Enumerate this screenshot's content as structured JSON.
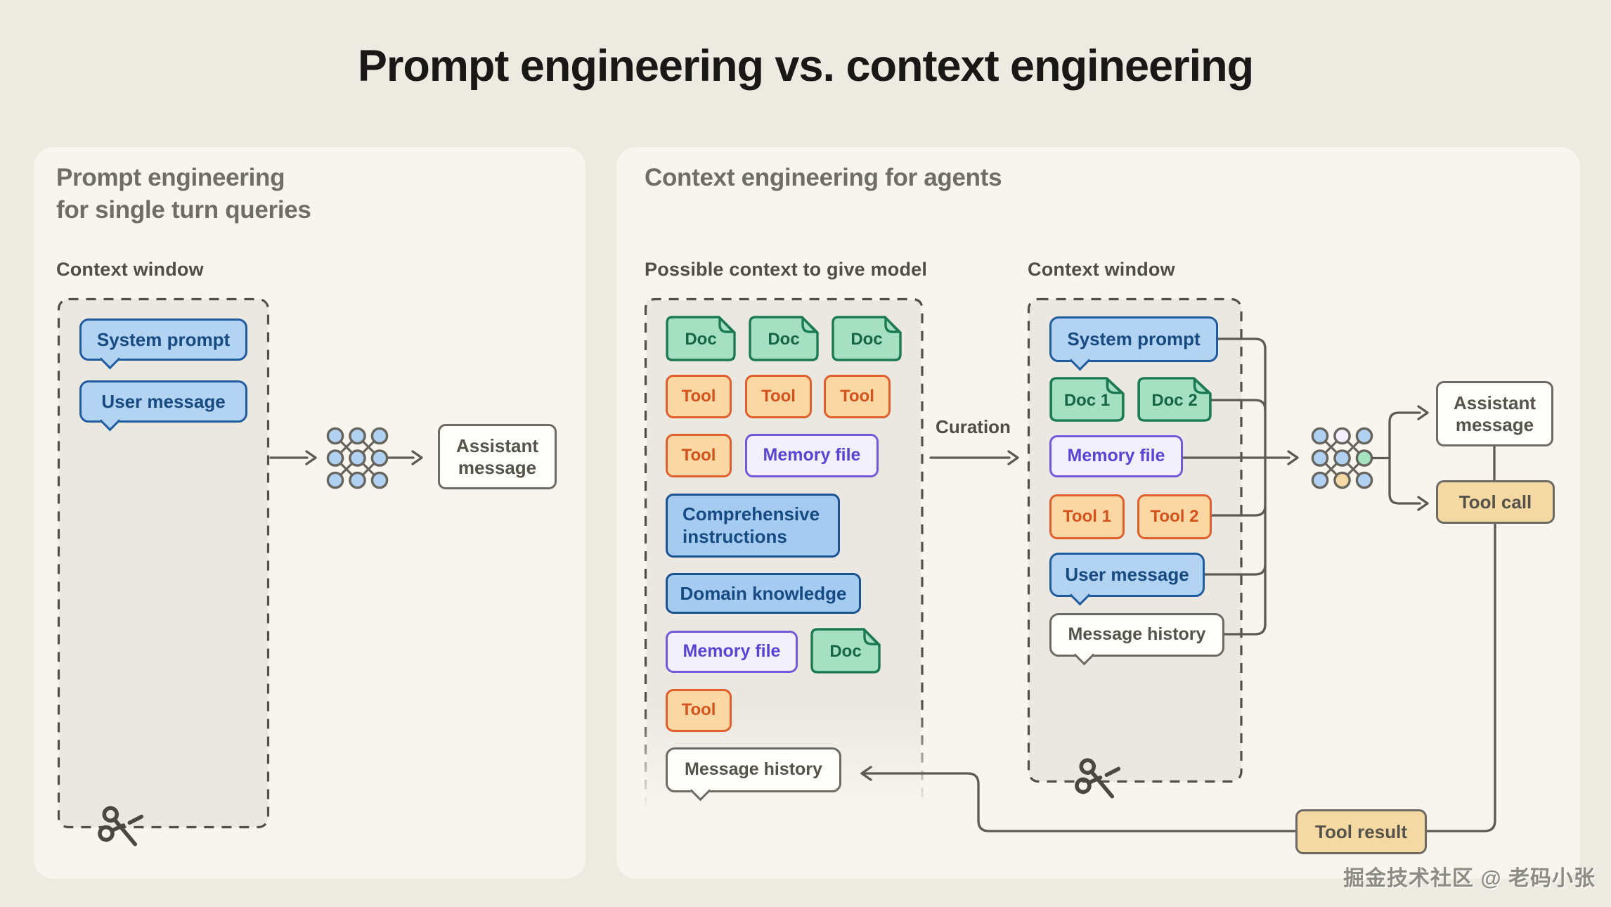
{
  "title": "Prompt engineering vs. context engineering",
  "watermark": "掘金技术社区 @ 老码小张",
  "colors": {
    "page_background": "#edeae2",
    "card_background": "#f7f5ee",
    "dashed_box_fill": "#ebe8e1",
    "blue_fill": "#b2d3f2",
    "blue_border": "#1f5b9d",
    "green_fill": "#a6e0c3",
    "green_border": "#1c7a53",
    "orange_fill": "#fbd7a4",
    "orange_border": "#df5f2d",
    "purple_fill": "#f3f0fe",
    "purple_border": "#7159da",
    "tan_fill": "#f5d9a2",
    "line_color": "#5d5a53"
  },
  "left_panel": {
    "heading_line1": "Prompt engineering",
    "heading_line2": "for single turn queries",
    "context_window_label": "Context window",
    "system_prompt": "System prompt",
    "user_message": "User message",
    "assistant_message": "Assistant message"
  },
  "right_panel": {
    "heading": "Context engineering for agents",
    "possible_context_label": "Possible context to give model",
    "context_window_label": "Context window",
    "curation_label": "Curation",
    "possible_context": {
      "docs_row": [
        "Doc",
        "Doc",
        "Doc"
      ],
      "tools_row": [
        "Tool",
        "Tool",
        "Tool"
      ],
      "tool4": "Tool",
      "memory_file1": "Memory file",
      "comprehensive_instructions": "Comprehensive instructions",
      "domain_knowledge": "Domain knowledge",
      "memory_file2": "Memory file",
      "doc4": "Doc",
      "tool5": "Tool",
      "message_history": "Message history"
    },
    "context_window": {
      "system_prompt": "System prompt",
      "doc1": "Doc 1",
      "doc2": "Doc 2",
      "memory_file": "Memory file",
      "tool1": "Tool 1",
      "tool2": "Tool 2",
      "user_message": "User message",
      "message_history": "Message history"
    },
    "outputs": {
      "assistant_message": "Assistant message",
      "tool_call": "Tool call",
      "tool_result": "Tool result"
    }
  }
}
